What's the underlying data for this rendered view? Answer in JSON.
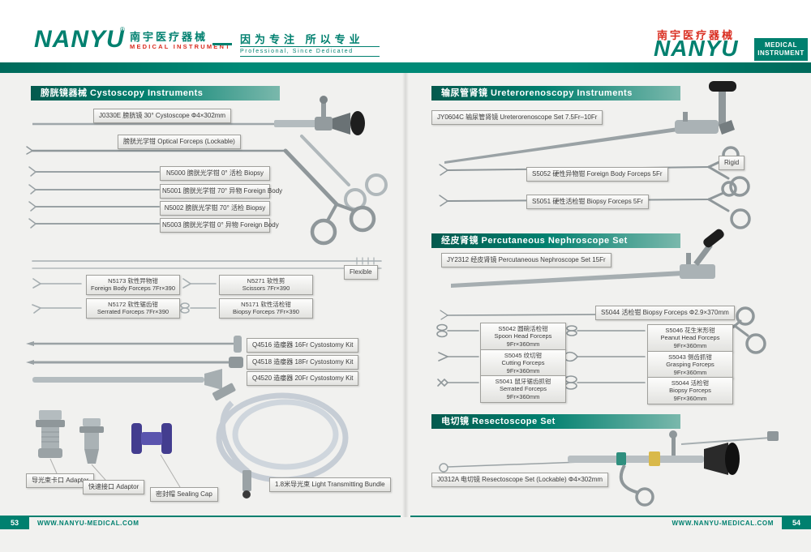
{
  "colors": {
    "accent": "#00806F",
    "brand_red": "#D92C1F"
  },
  "header": {
    "brand_left": "NANYU",
    "reg_mark": "®",
    "brand_left_cn": "南宇医疗器械",
    "brand_left_sub": "MEDICAL  INSTRUMENT",
    "slogan_cn": "因为专注 所以专业",
    "slogan_en": "Professional, Since Dedicated",
    "brand_right_cn": "南宇医疗器械",
    "brand_right": "NANYU",
    "brand_right_sub1": "MEDICAL",
    "brand_right_sub2": "INSTRUMENT"
  },
  "cysto": {
    "title": "膀胱镜器械 Cystoscopy Instruments",
    "cystoscope": "J0330E 膀胱镜 30°  Cystoscope  Φ4×302mm",
    "optical": "膀胱光学钳 Optical Forceps (Lockable)",
    "n5000": "N5000 膀胱光学钳  0°  活检 Biopsy",
    "n5001": "N5001 膀胱光学钳 70°  异物 Foreign Body",
    "n5002": "N5002 膀胱光学钳 70°  活检 Biopsy",
    "n5003": "N5003 膀胱光学钳  0°  异物 Foreign Body",
    "flexible": "Flexible",
    "n5173_l1": "N5173 软性异物钳",
    "n5173_l2": "Foreign Body Forceps 7Fr×390",
    "n5271_l1": "N5271 软性剪",
    "n5271_l2": "Scissors 7Fr×390",
    "n5172_l1": "N5172 软性锯齿钳",
    "n5172_l2": "Serrated Forceps 7Fr×390",
    "n5171_l1": "N5171 软性活检钳",
    "n5171_l2": "Biopsy Forceps 7Fr×390",
    "q4516": "Q4516 造瘘器 16Fr Cystostomy Kit",
    "q4518": "Q4518 造瘘器 18Fr Cystostomy Kit",
    "q4520": "Q4520 造瘘器 20Fr Cystostomy Kit",
    "adaptor_bayonet": "导光束卡口 Adaptor",
    "adaptor_quick": "快速接口 Adaptor",
    "sealing_cap": "密封帽 Sealing Cap",
    "light_bundle": "1.8米导光束  Light Transmitting Bundle"
  },
  "urs": {
    "title": "输尿管肾镜 Ureterorenoscopy Instruments",
    "scope": "JY0604C 输尿管肾镜 Ureterorenoscope Set 7.5Fr–10Fr",
    "rigid": "Rigid",
    "s5052": "S5052 硬性异物钳 Foreign Body Forceps 5Fr",
    "s5051": "S5051 硬性活检钳 Biopsy Forceps 5Fr"
  },
  "pcn": {
    "title": "经皮肾镜 Percutaneous Nephroscope Set",
    "scope": "JY2312 经皮肾镜 Percutaneous Nephroscope Set 15Fr",
    "s5044_rod": "S5044 活检钳 Biopsy Forceps  Φ2.9×370mm",
    "s5042_l1": "S5042 圆碗活检钳",
    "s5042_l2": "Spoon Head Forceps",
    "s5042_l3": "9Fr×360mm",
    "s5046_l1": "S5046 花生米形钳",
    "s5046_l2": "Peanut Head Forceps",
    "s5046_l3": "9Fr×360mm",
    "s5045_l1": "S5045 纹切钳",
    "s5045_l2": "Cutting Forceps",
    "s5045_l3": "9Fr×360mm",
    "s5043_l1": "S5043 侧齿抓钳",
    "s5043_l2": "Grasping Forceps",
    "s5043_l3": "9Fr×360mm",
    "s5041_l1": "S5041 鼠牙锯齿抓钳",
    "s5041_l2": "Serrated Forceps",
    "s5041_l3": "9Fr×360mm",
    "s5044_l1": "S5044 活检钳",
    "s5044_l2": "Biopsy Forceps",
    "s5044_l3": "9Fr×360mm"
  },
  "resect": {
    "title": "电切镜  Resectoscope Set",
    "scope": "J0312A 电切镜 Resectoscope Set (Lockable)  Φ4×302mm"
  },
  "footer": {
    "page_left": "53",
    "page_right": "54",
    "url_left": "WWW.NANYU-MEDICAL.COM",
    "url_right": "WWW.NANYU-MEDICAL.COM"
  }
}
